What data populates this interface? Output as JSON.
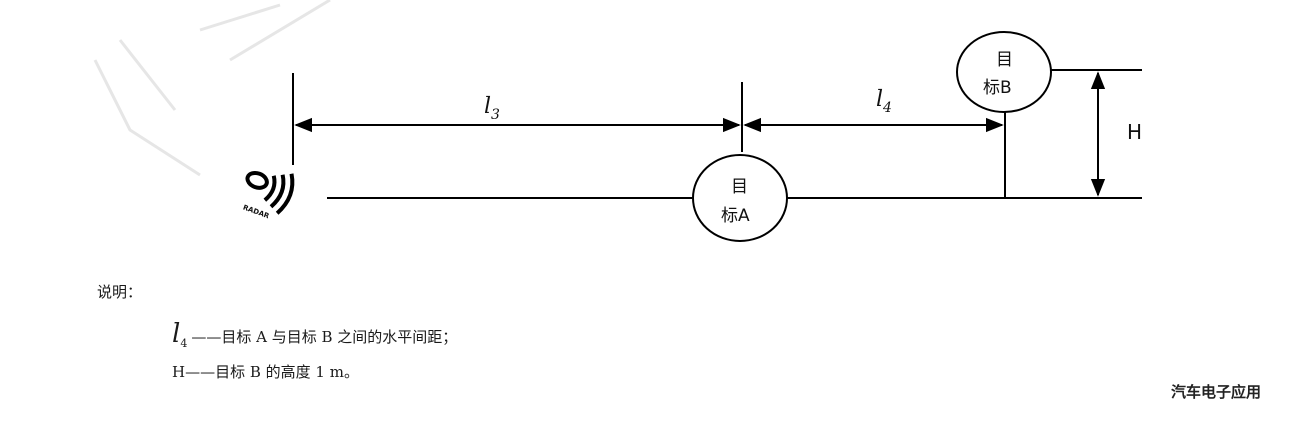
{
  "diagram": {
    "target_a_label_line1": "目",
    "target_a_label_line2": "标A",
    "target_b_label_line1": "目",
    "target_b_label_line2": "标B",
    "dim_l3": "l3",
    "dim_l4": "l4",
    "dim_h": "H",
    "radar_text": "RADAR"
  },
  "notes": {
    "heading": "说明：",
    "l4_symbol": "l",
    "l4_subscript": "4",
    "l4_text": "——目标 A 与目标 B 之间的水平间距；",
    "h_text": "H——目标 B 的高度 1 m。"
  },
  "brand": "汽车电子应用"
}
